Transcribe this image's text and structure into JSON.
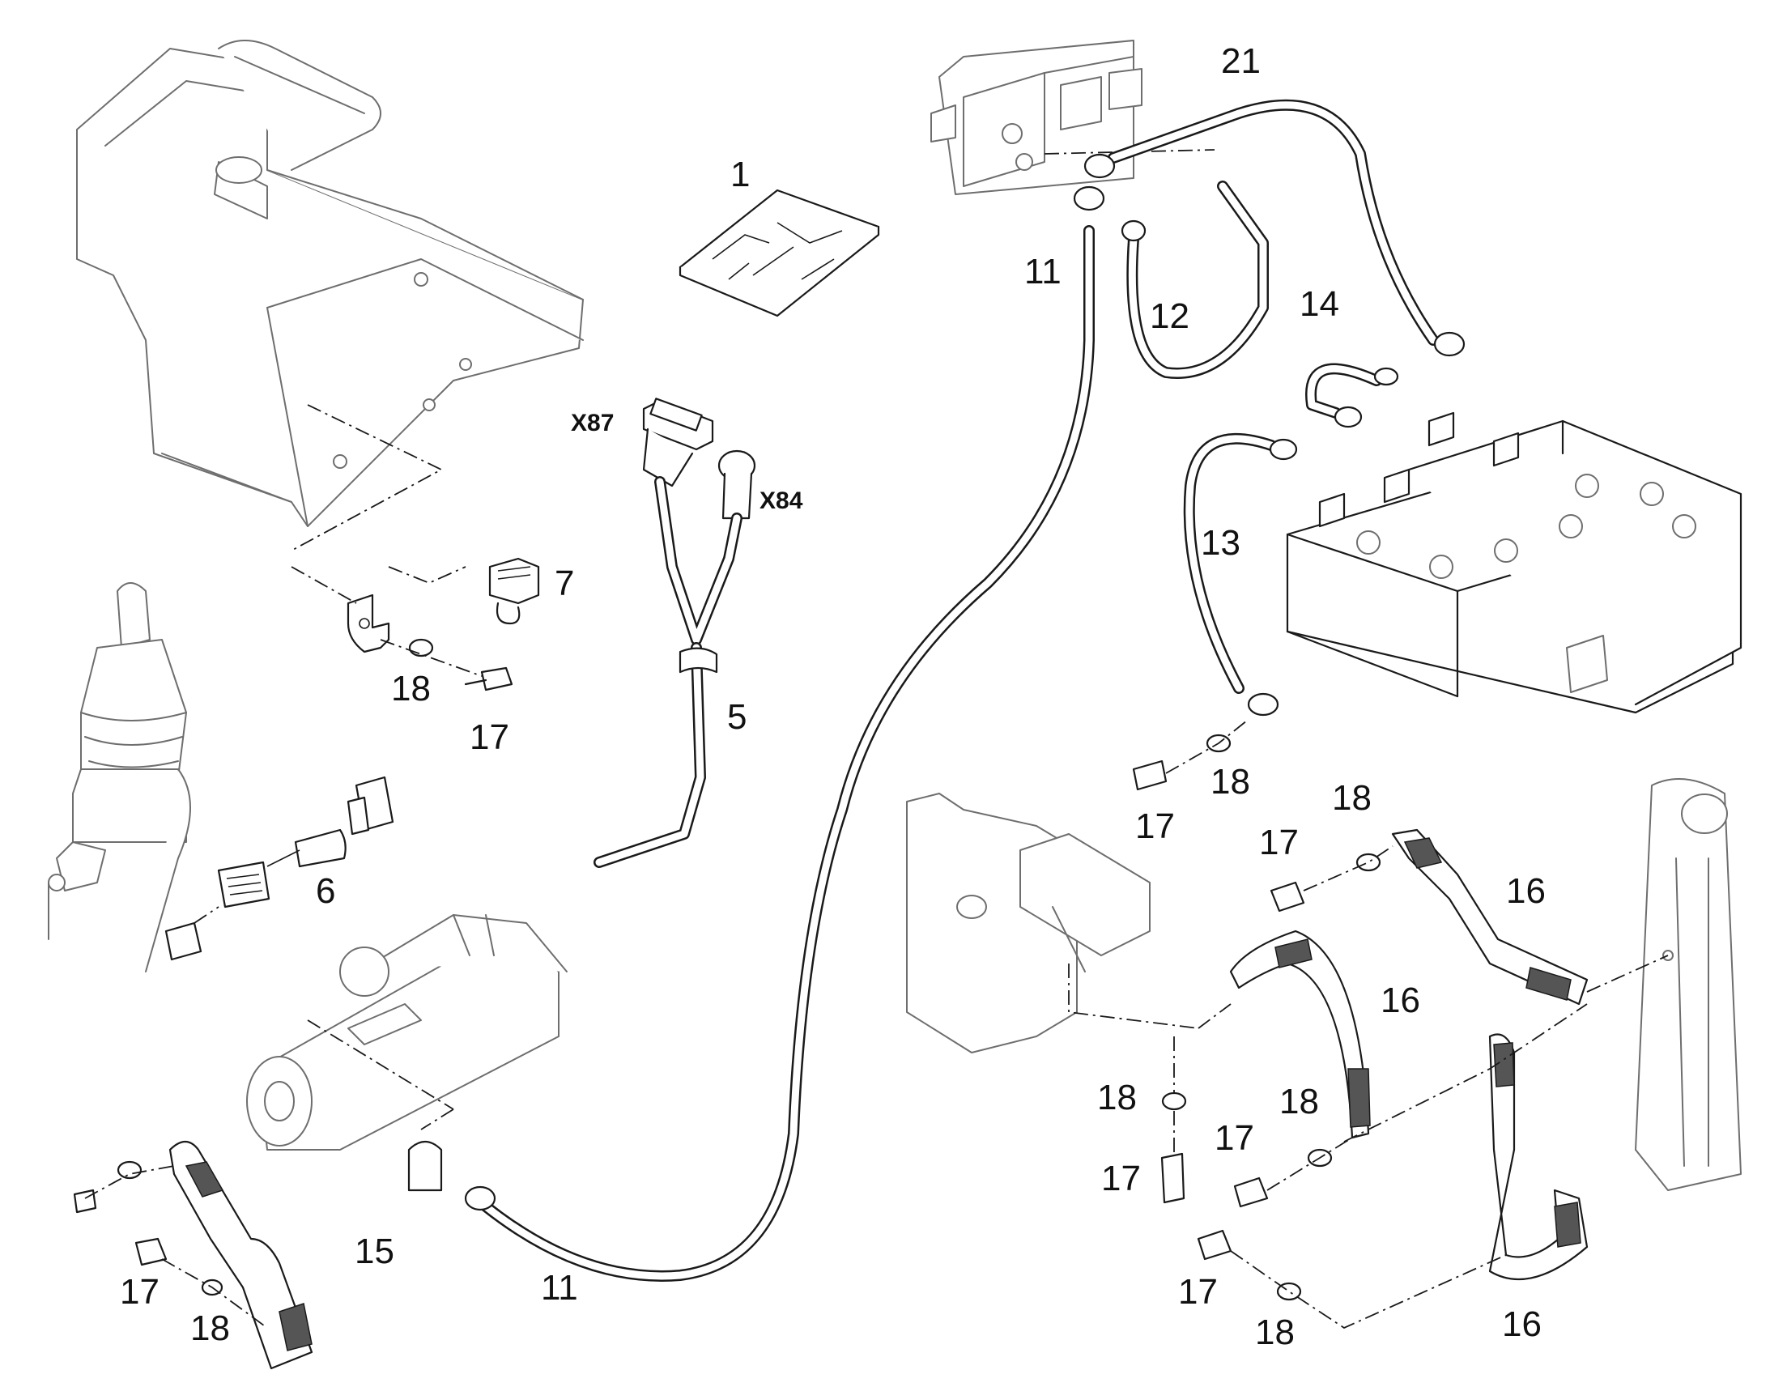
{
  "diagram": {
    "callouts": {
      "c1": "1",
      "c21": "21",
      "c11_top": "11",
      "c12": "12",
      "c14": "14",
      "c13": "13",
      "c7": "7",
      "c5": "5",
      "c18_bracket": "18",
      "c17_bracket": "17",
      "c6": "6",
      "c17_batt": "17",
      "c18_batt": "18",
      "c18_right": "18",
      "c17_right": "17",
      "c16_right": "16",
      "c16_mid": "16",
      "c18_mid_left": "18",
      "c17_mid_left": "17",
      "c18_mid": "18",
      "c17_mid": "17",
      "c17_low": "17",
      "c18_low": "18",
      "c16_bottom": "16",
      "c15": "15",
      "c17_starter": "17",
      "c18_starter": "18",
      "c11_bottom": "11"
    },
    "connectors": {
      "x87": "X87",
      "x84": "X84"
    }
  }
}
